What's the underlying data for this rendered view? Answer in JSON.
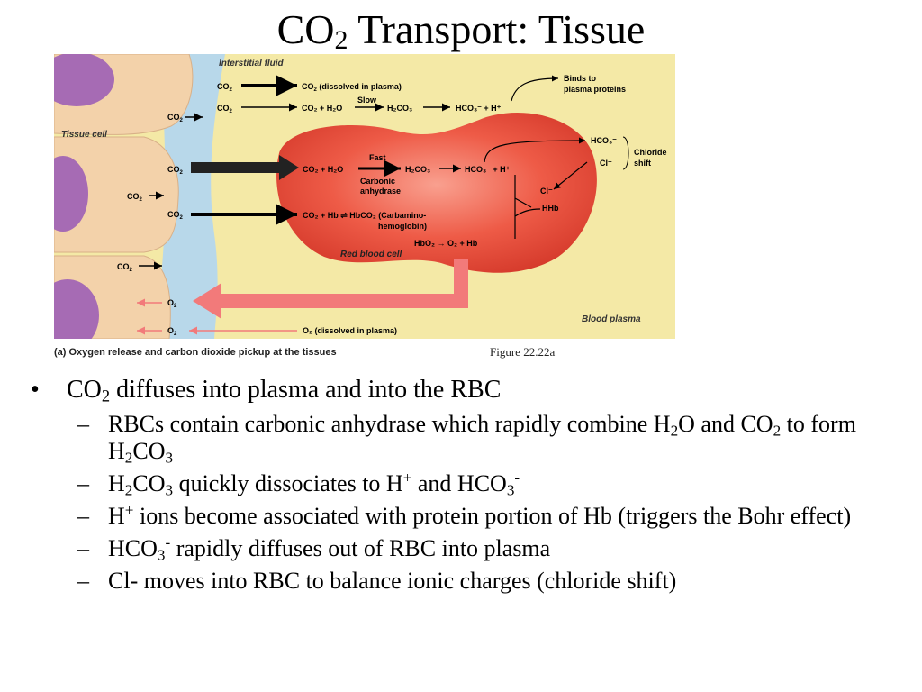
{
  "title": {
    "main": "CO",
    "sub": "2",
    "rest": " Transport: Tissue"
  },
  "figure": {
    "interstitial_fluid": "Interstitial fluid",
    "tissue_cell": "Tissue cell",
    "red_blood_cell": "Red blood cell",
    "blood_plasma": "Blood plasma",
    "co2": "CO",
    "o2": "O",
    "two": "2",
    "dissolved_co2": "(dissolved in plasma)",
    "row2_eq": "CO₂ + H₂O",
    "slow": "Slow",
    "h2co3": "H₂CO₃",
    "hco3_h": "HCO₃⁻ + H⁺",
    "binds_to": "Binds to",
    "plasma_proteins": "plasma proteins",
    "hco3": "HCO₃⁻",
    "cl": "Cl⁻",
    "chloride": "Chloride",
    "shift": "shift",
    "fast": "Fast",
    "carbonic": "Carbonic",
    "anhydrase": "anhydrase",
    "rbc_eq_left": "CO₂ + H₂O",
    "rbc_h2co3": "H₂CO₃",
    "rbc_hco3_h": "HCO₃⁻ + H⁺",
    "cl_in": "Cl⁻",
    "hhb": "HHb",
    "hbco2_eq": "CO₂ + Hb ⇌ HbCO₂ (Carbamino-",
    "hemoglobin": "hemoglobin)",
    "hbo2_eq": "HbO₂ → O₂ + Hb",
    "o2_dissolved": "O₂ (dissolved in plasma)",
    "caption": "(a) Oxygen release and carbon dioxide pickup at the tissues"
  },
  "figure_label": "Figure 22.22a",
  "bullets": {
    "b1": {
      "a": "CO",
      "b": "2",
      "c": " diffuses into plasma and into the RBC"
    },
    "s1": {
      "a": "RBCs contain carbonic anhydrase which rapidly combine H",
      "b": "2",
      "c": "O and CO",
      "d": "2",
      "e": " to form H",
      "f": "2",
      "g": "CO",
      "h": "3"
    },
    "s2": {
      "a": "H",
      "b": "2",
      "c": "CO",
      "d": "3",
      "e": " quickly dissociates to H",
      "f": "+",
      "g": " and HCO",
      "h": "3",
      "i": "-"
    },
    "s3": {
      "a": "H",
      "b": "+",
      "c": " ions become associated with protein portion of Hb (triggers the Bohr effect)"
    },
    "s4": {
      "a": "HCO",
      "b": "3",
      "c": "-",
      "d": " rapidly diffuses out of RBC into plasma"
    },
    "s5": {
      "a": "Cl- moves into RBC to balance ionic charges (chloride shift)"
    },
    "bullet_char": "•",
    "dash_char": "–"
  },
  "colors": {
    "plasma_bg": "#f4e9a6",
    "interstitial": "#b8d8ea",
    "cell": "#f3d2aa",
    "nucleus": "#a66bb4",
    "rbc": "#e8483a",
    "o2_arrow": "#f27a7a"
  }
}
